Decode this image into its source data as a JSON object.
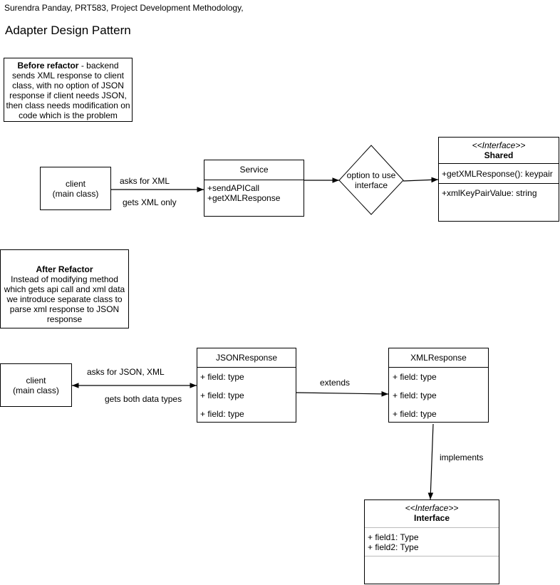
{
  "header": {
    "author": "Surendra Panday, PRT583, Project Development Methodology,",
    "title": "Adapter Design Pattern"
  },
  "before": {
    "note_bold": "Before refactor",
    "note_rest": " - backend sends XML response to client class, with no option of JSON response if client needs JSON, then class needs modification on code which is the problem",
    "client": [
      "client",
      "(main class)"
    ],
    "edge_top": "asks for XML",
    "edge_bottom": "gets XML only",
    "service": {
      "name": "Service",
      "methods": [
        "+sendAPICall",
        "+getXMLResponse"
      ]
    },
    "decision": [
      "option to use",
      "interface"
    ],
    "interface": {
      "stereotype": "<<Interface>>",
      "name": "Shared",
      "method": "+getXMLResponse(): keypair",
      "attribute": "+xmlKeyPairValue: string"
    }
  },
  "after": {
    "note_title": "After Refactor",
    "note_body": "Instead of modifying method which gets api call and xml data we introduce separate class to parse xml response to JSON response",
    "client": [
      "client",
      "(main class)"
    ],
    "edge_top": "asks for JSON, XML",
    "edge_bottom": "gets both data types",
    "json_response": {
      "name": "JSONResponse",
      "fields": [
        "+ field: type",
        "+ field: type",
        "+ field: type"
      ]
    },
    "extends_label": "extends",
    "xml_response": {
      "name": "XMLResponse",
      "fields": [
        "+ field: type",
        "+ field: type",
        "+ field: type"
      ]
    },
    "implements_label": "implements",
    "interface": {
      "stereotype": "<<Interface>>",
      "name": "Interface",
      "fields": [
        "+ field1: Type",
        "+ field2: Type"
      ]
    }
  }
}
